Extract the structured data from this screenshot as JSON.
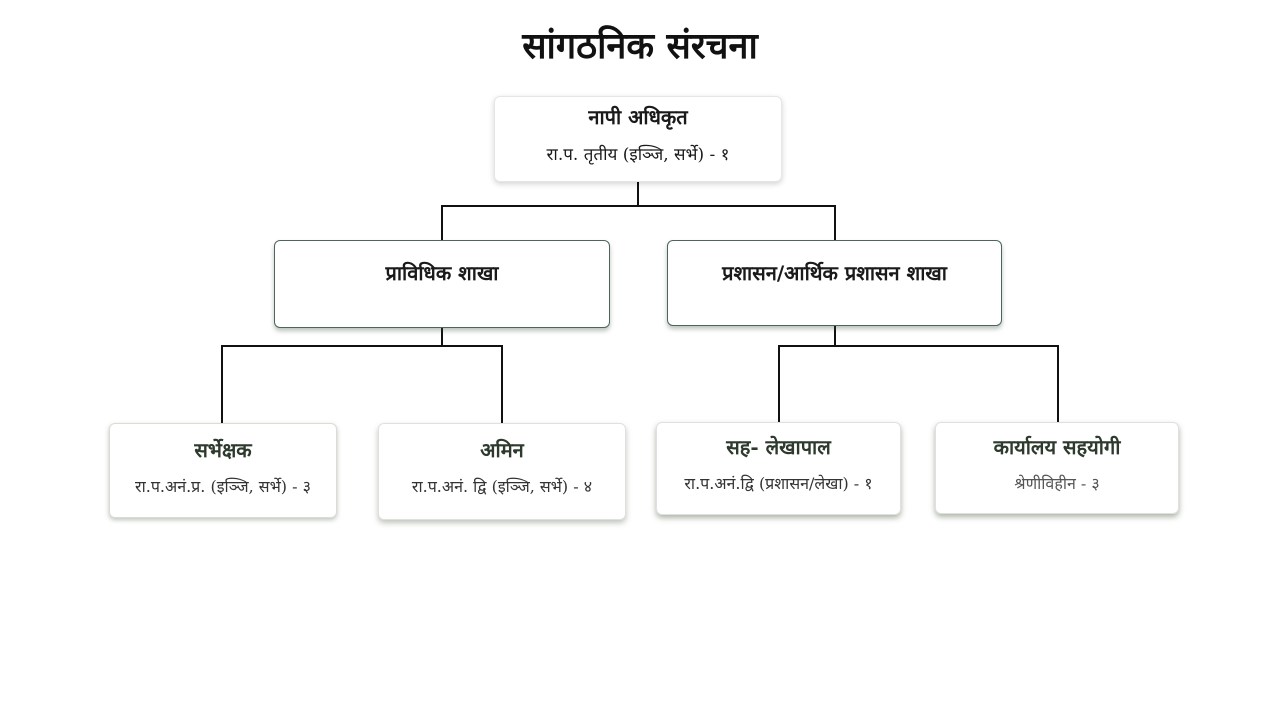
{
  "diagram": {
    "title": "सांगठनिक संरचना",
    "nodes": {
      "root": {
        "title": "नापी अधिकृत",
        "subtitle": "रा.प. तृतीय (इञ्जि, सर्भे) - १"
      },
      "technical": {
        "title": "प्राविधिक शाखा"
      },
      "admin": {
        "title": "प्रशासन/आर्थिक प्रशासन शाखा"
      },
      "surveyor": {
        "title": "सर्भेक्षक",
        "subtitle": "रा.प.अनं.प्र. (इञ्जि, सर्भे) - ३"
      },
      "amin": {
        "title": "अमिन",
        "subtitle": "रा.प.अनं. द्वि (इञ्जि, सर्भे) - ४"
      },
      "accountant": {
        "title": "सह- लेखापाल",
        "subtitle": "रा.प.अनं.द्वि (प्रशासन/लेखा) - १"
      },
      "office": {
        "title": "कार्यालय सहयोगी",
        "subtitle": "श्रेणीविहीन - ३"
      }
    },
    "edges": [
      {
        "from": "root",
        "to": "technical"
      },
      {
        "from": "root",
        "to": "admin"
      },
      {
        "from": "technical",
        "to": "surveyor"
      },
      {
        "from": "technical",
        "to": "amin"
      },
      {
        "from": "admin",
        "to": "accountant"
      },
      {
        "from": "admin",
        "to": "office"
      }
    ]
  }
}
